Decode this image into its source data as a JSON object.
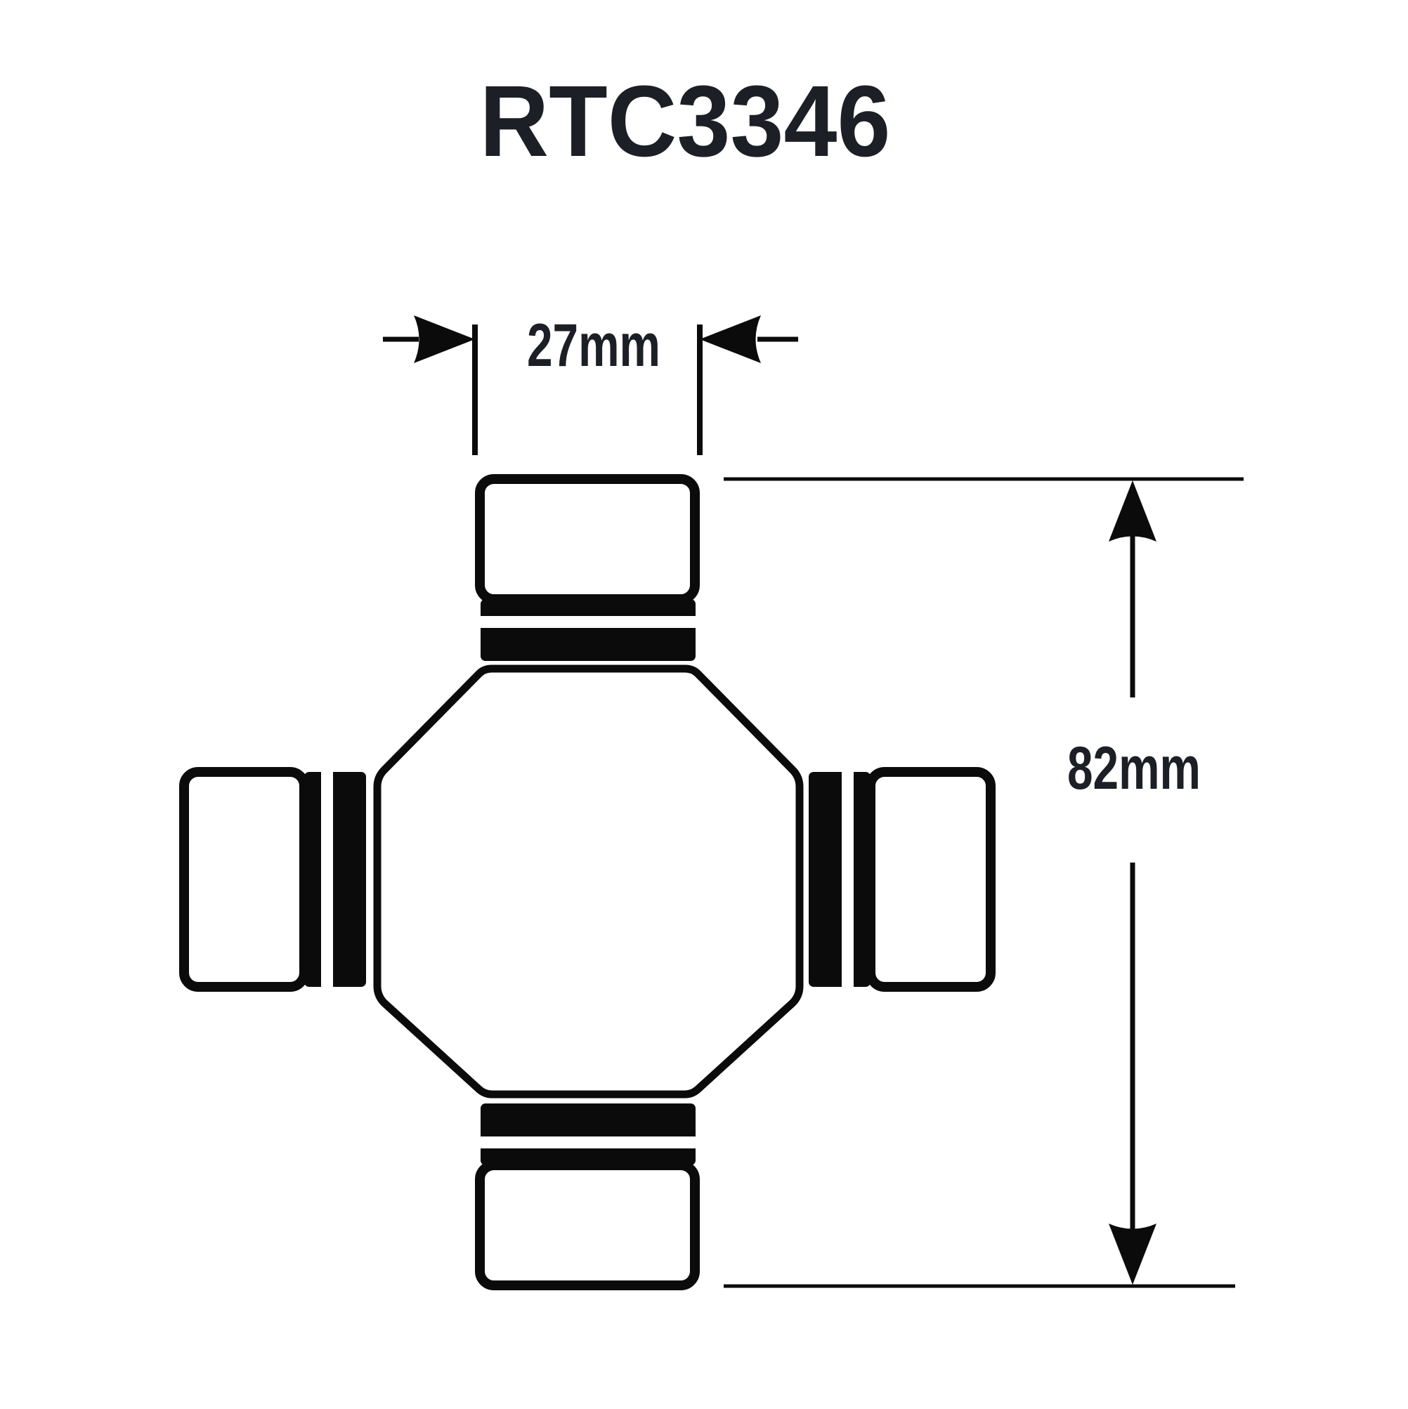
{
  "drawing": {
    "title": "RTC3346",
    "type_label": "universal joint cross technical drawing",
    "dimensions": {
      "cap_width": {
        "label": "27mm",
        "value": 27,
        "unit": "mm"
      },
      "overall_span": {
        "label": "82mm",
        "value": 82,
        "unit": "mm"
      }
    },
    "parts": {
      "center_body": "spider center body",
      "caps": [
        "top bearing cup",
        "right bearing cup",
        "bottom bearing cup",
        "left bearing cup"
      ],
      "seals": "cup seal bands"
    }
  },
  "colors": {
    "ink": "#0b0b0b",
    "text": "#1c1f26",
    "bg": "#ffffff"
  }
}
